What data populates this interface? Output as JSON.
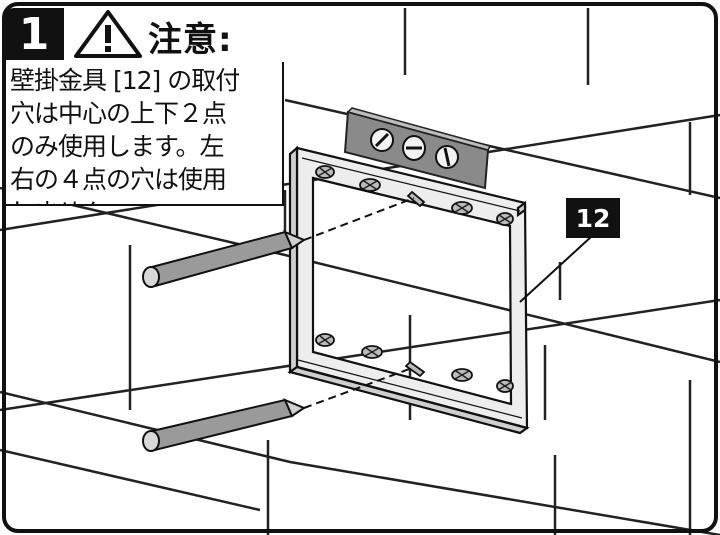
{
  "step": {
    "number": "1"
  },
  "caution": {
    "title": "注意:",
    "icon": "warning-triangle-icon",
    "lines": [
      "壁掛金具 [12] の取付",
      "穴は中心の上下２点",
      "のみ使用します。左",
      "右の４点の穴は使用",
      "しません。"
    ]
  },
  "part_label": "12",
  "colors": {
    "frame": "#111111",
    "wall": "#ffffff",
    "bracket_fill": "#e6e6e6",
    "level": "#7a7a7a",
    "badge": "#111111"
  }
}
